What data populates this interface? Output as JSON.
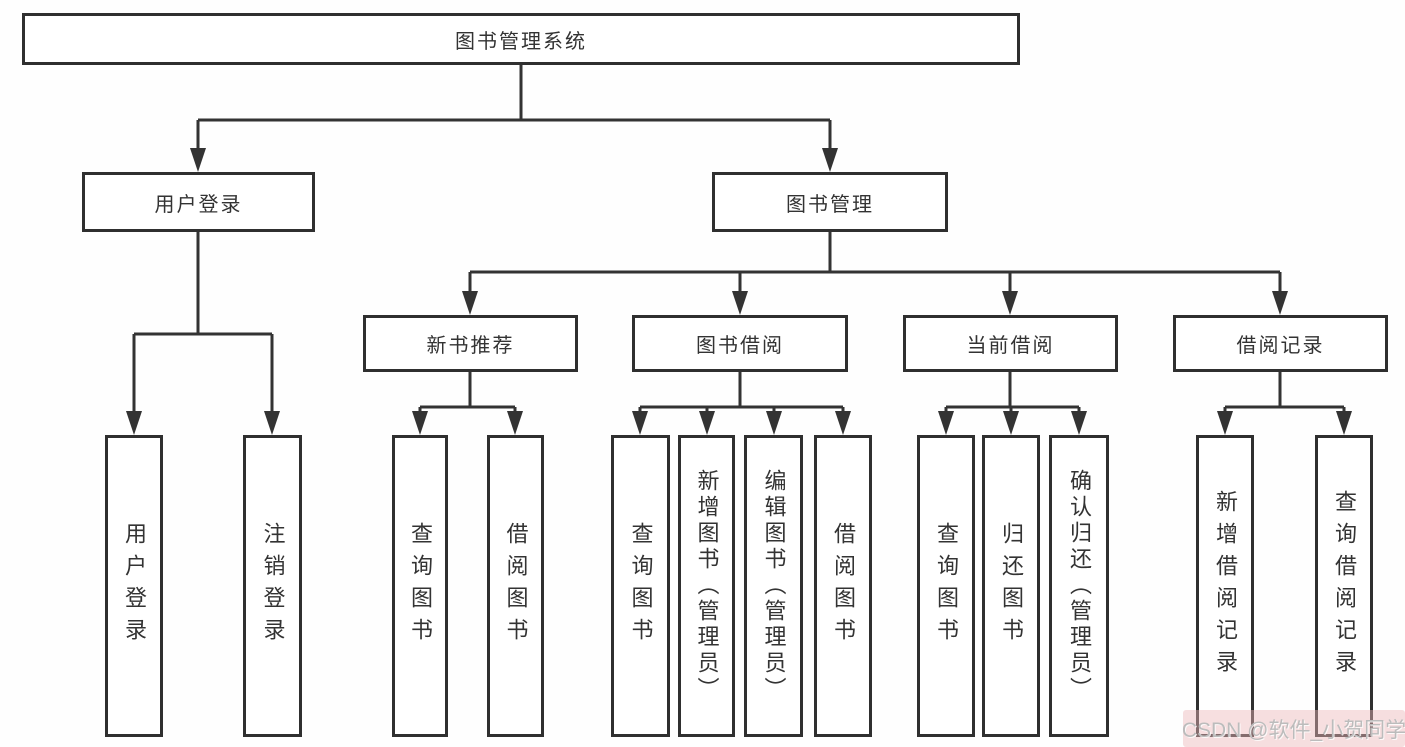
{
  "nodes": {
    "root": "图书管理系统",
    "user_login": "用户登录",
    "book_mgmt": "图书管理",
    "new_book_rec": "新书推荐",
    "book_borrow": "图书借阅",
    "current_borrow": "当前借阅",
    "borrow_records": "借阅记录",
    "leaf_user_login": "用户登录",
    "leaf_logout": "注销登录",
    "leaf_query_books_1": "查询图书",
    "leaf_borrow_books_1": "借阅图书",
    "leaf_query_books_2": "查询图书",
    "leaf_add_books": "新增图书（管理员）",
    "leaf_edit_books": "编辑图书（管理员）",
    "leaf_borrow_books_2": "借阅图书",
    "leaf_query_books_3": "查询图书",
    "leaf_return_books": "归还图书",
    "leaf_confirm_return": "确认归还（管理员）",
    "leaf_add_borrow_record": "新增借阅记录",
    "leaf_query_borrow_record": "查询借阅记录"
  },
  "watermark": {
    "text": "CSDN @软件_小贺同学"
  },
  "colors": {
    "line": "#333333",
    "box_border": "#2f2f2f",
    "text": "#333333",
    "bg": "#fefefe",
    "watermark_text": "#bcbcbc"
  }
}
